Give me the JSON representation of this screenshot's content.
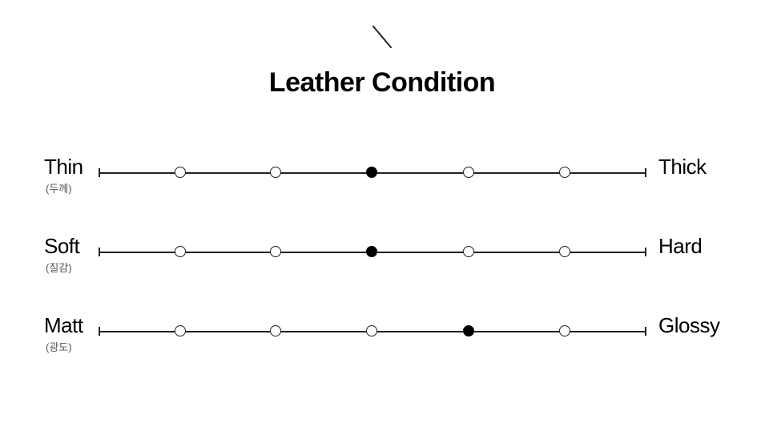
{
  "title": "Leather Condition",
  "scale_steps": 5,
  "rows": [
    {
      "left": "Thin",
      "sub": "(두께)",
      "right": "Thick",
      "selected": 3
    },
    {
      "left": "Soft",
      "sub": "(질감)",
      "right": "Hard",
      "selected": 3
    },
    {
      "left": "Matt",
      "sub": "(광도)",
      "right": "Glossy",
      "selected": 4
    }
  ]
}
